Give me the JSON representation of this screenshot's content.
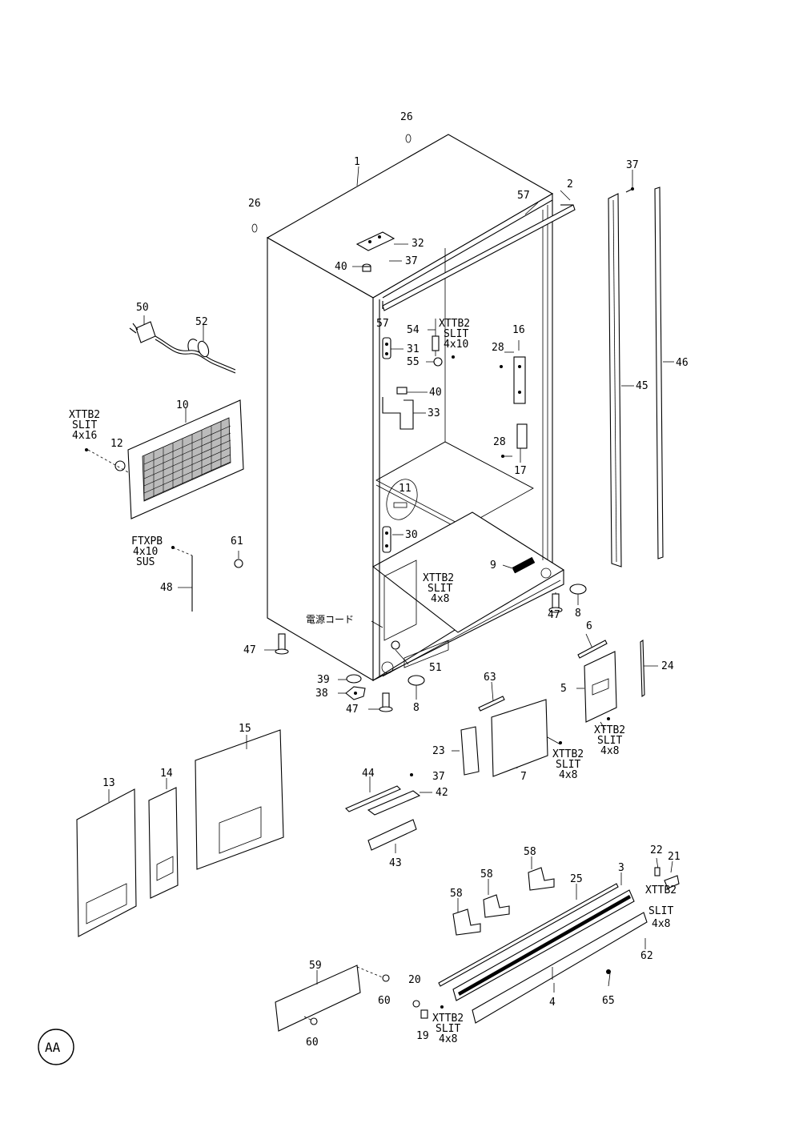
{
  "labels": {
    "l1": "1",
    "l2": "2",
    "l3": "3",
    "l4": "4",
    "l5": "5",
    "l6": "6",
    "l7": "7",
    "l8a": "8",
    "l8b": "8",
    "l9": "9",
    "l10": "10",
    "l11": "11",
    "l12": "12",
    "l13": "13",
    "l14": "14",
    "l15": "15",
    "l16": "16",
    "l17": "17",
    "l19": "19",
    "l20": "20",
    "l21": "21",
    "l22": "22",
    "l23": "23",
    "l24": "24",
    "l25": "25",
    "l26a": "26",
    "l26b": "26",
    "l28a": "28",
    "l28b": "28",
    "l30": "30",
    "l31": "31",
    "l32": "32",
    "l33": "33",
    "l37a": "37",
    "l37b": "37",
    "l37c": "37",
    "l38": "38",
    "l39": "39",
    "l40a": "40",
    "l40b": "40",
    "l42": "42",
    "l43": "43",
    "l44": "44",
    "l45": "45",
    "l46": "46",
    "l47a": "47",
    "l47b": "47",
    "l47c": "47",
    "l48": "48",
    "l50": "50",
    "l51": "51",
    "l52": "52",
    "l54": "54",
    "l55": "55",
    "l57a": "57",
    "l57b": "57",
    "l58a": "58",
    "l58b": "58",
    "l58c": "58",
    "l59": "59",
    "l60a": "60",
    "l60b": "60",
    "l61": "61",
    "l62": "62",
    "l63": "63",
    "l65": "65"
  },
  "screw_specs": {
    "s1": {
      "a": "XTTB2",
      "b": "SLIT",
      "c": "4x10"
    },
    "s2": {
      "a": "XTTB2",
      "b": "SLIT",
      "c": "4x16"
    },
    "s3": {
      "a": "FTXPB",
      "b": "4x10",
      "c": "SUS"
    },
    "s4": {
      "a": "XTTB2",
      "b": "SLIT",
      "c": "4x8"
    },
    "s5": {
      "a": "XTTB2",
      "b": "SLIT",
      "c": "4x8"
    },
    "s6": {
      "a": "XTTB2",
      "b": "SLIT",
      "c": "4x8"
    },
    "s7": {
      "a": "XTTB2",
      "b": "SLIT",
      "c": "4x8"
    },
    "s8": {
      "a": "XTTB2",
      "b": "SLIT",
      "c": "4x8"
    }
  },
  "power_cord_label": "電源コード",
  "section_badge": "AA"
}
